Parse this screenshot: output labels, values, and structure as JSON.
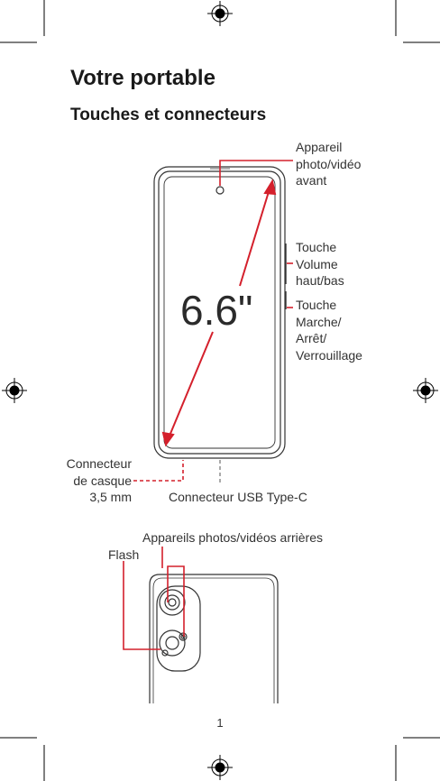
{
  "page": {
    "title": "Votre portable",
    "subtitle": "Touches et connecteurs",
    "page_number": "1"
  },
  "front": {
    "screen_size": "6.6\"",
    "front_camera_label": [
      "Appareil",
      "photo/vidéo",
      "avant"
    ],
    "volume_key_label": [
      "Touche",
      "Volume",
      "haut/bas"
    ],
    "power_key_label": [
      "Touche",
      "Marche/",
      "Arrêt/",
      "Verrouillage"
    ],
    "headset_jack_label": [
      "Connecteur",
      "de casque",
      "3,5 mm"
    ],
    "usb_label": "Connecteur USB Type-C"
  },
  "rear": {
    "rear_cameras_label": "Appareils photos/vidéos arrières",
    "flash_label": "Flash"
  },
  "colors": {
    "callout": "#d4202c",
    "outline": "#333333",
    "crop_marks": "#000000"
  }
}
